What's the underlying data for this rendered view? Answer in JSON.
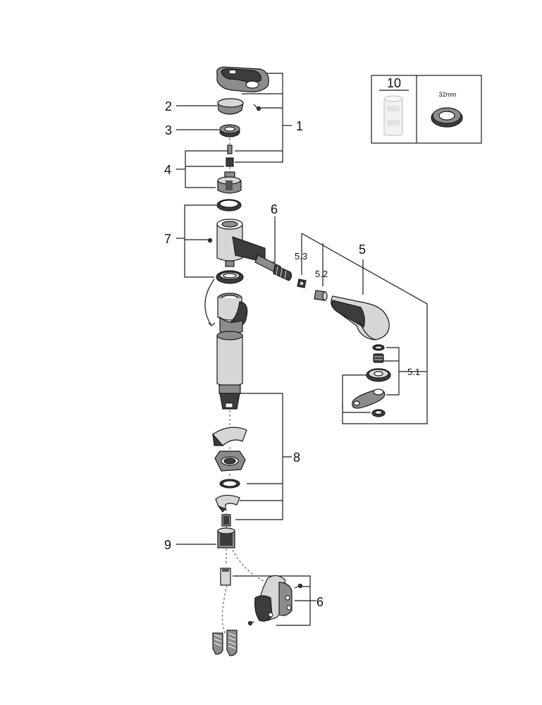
{
  "labels": {
    "part_1": "1",
    "part_2": "2",
    "part_3": "3",
    "part_4": "4",
    "part_5": "5",
    "part_5_1": "5.1",
    "part_5_2": "5.2",
    "part_5_3": "5.3",
    "part_6_top": "6",
    "part_6_bottom": "6",
    "part_7": "7",
    "part_8": "8",
    "part_9": "9"
  },
  "tool_box": {
    "item_number": "10",
    "size_label": "32mm"
  }
}
